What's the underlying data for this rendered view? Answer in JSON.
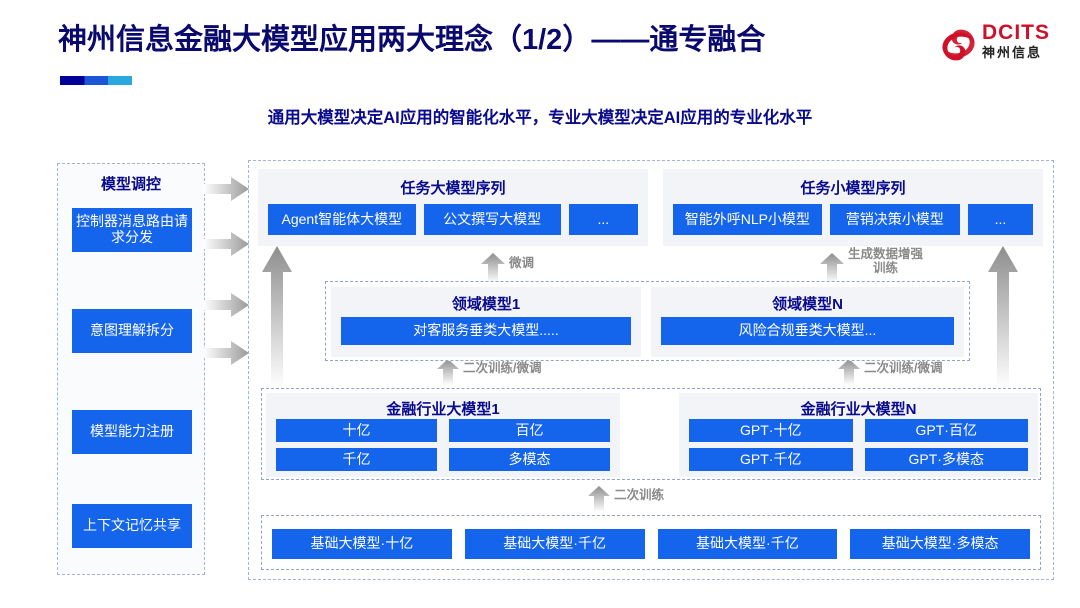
{
  "header": {
    "title": "神州信息金融大模型应用两大理念（1/2）——通专融合",
    "subtitle": "通用大模型决定AI应用的智能化水平，专业大模型决定AI应用的专业化水平",
    "logo": {
      "brand": "DCITS",
      "brand_cn": "神州信息"
    }
  },
  "sidebar": {
    "title": "模型调控",
    "items": [
      {
        "label": "控制器消息路由请求分发"
      },
      {
        "label": "意图理解拆分"
      },
      {
        "label": "模型能力注册"
      },
      {
        "label": "上下文记忆共享"
      }
    ]
  },
  "task_panels": [
    {
      "title": "任务大模型序列",
      "items": [
        "Agent智能体大模型",
        "公文撰写大模型",
        "..."
      ]
    },
    {
      "title": "任务小模型序列",
      "items": [
        "智能外呼NLP小模型",
        "营销决策小模型",
        "..."
      ]
    }
  ],
  "domain_models": [
    {
      "title": "领域模型1",
      "item": "对客服务垂类大模型....."
    },
    {
      "title": "领域模型N",
      "item": "风险合规垂类大模型..."
    }
  ],
  "finance_models": [
    {
      "title": "金融行业大模型1",
      "items": [
        "十亿",
        "百亿",
        "千亿",
        "多模态"
      ]
    },
    {
      "title": "金融行业大模型N",
      "items": [
        "GPT·十亿",
        "GPT·百亿",
        "GPT·千亿",
        "GPT·多模态"
      ]
    }
  ],
  "base_models": [
    "基础大模型·十亿",
    "基础大模型·千亿",
    "基础大模型·千亿",
    "基础大模型·多模态"
  ],
  "arrow_labels": {
    "finetune": "微调",
    "data_aug": "生成数据增强\n训练",
    "retrain_left": "二次训练/微调",
    "retrain_right": "二次训练/微调",
    "retrain_base": "二次训练"
  },
  "colors": {
    "chip_blue": "#1464ec",
    "title_navy": "#0a0a6e",
    "logo_red": "#cf1028",
    "panel_gray": "#f2f4f8"
  }
}
